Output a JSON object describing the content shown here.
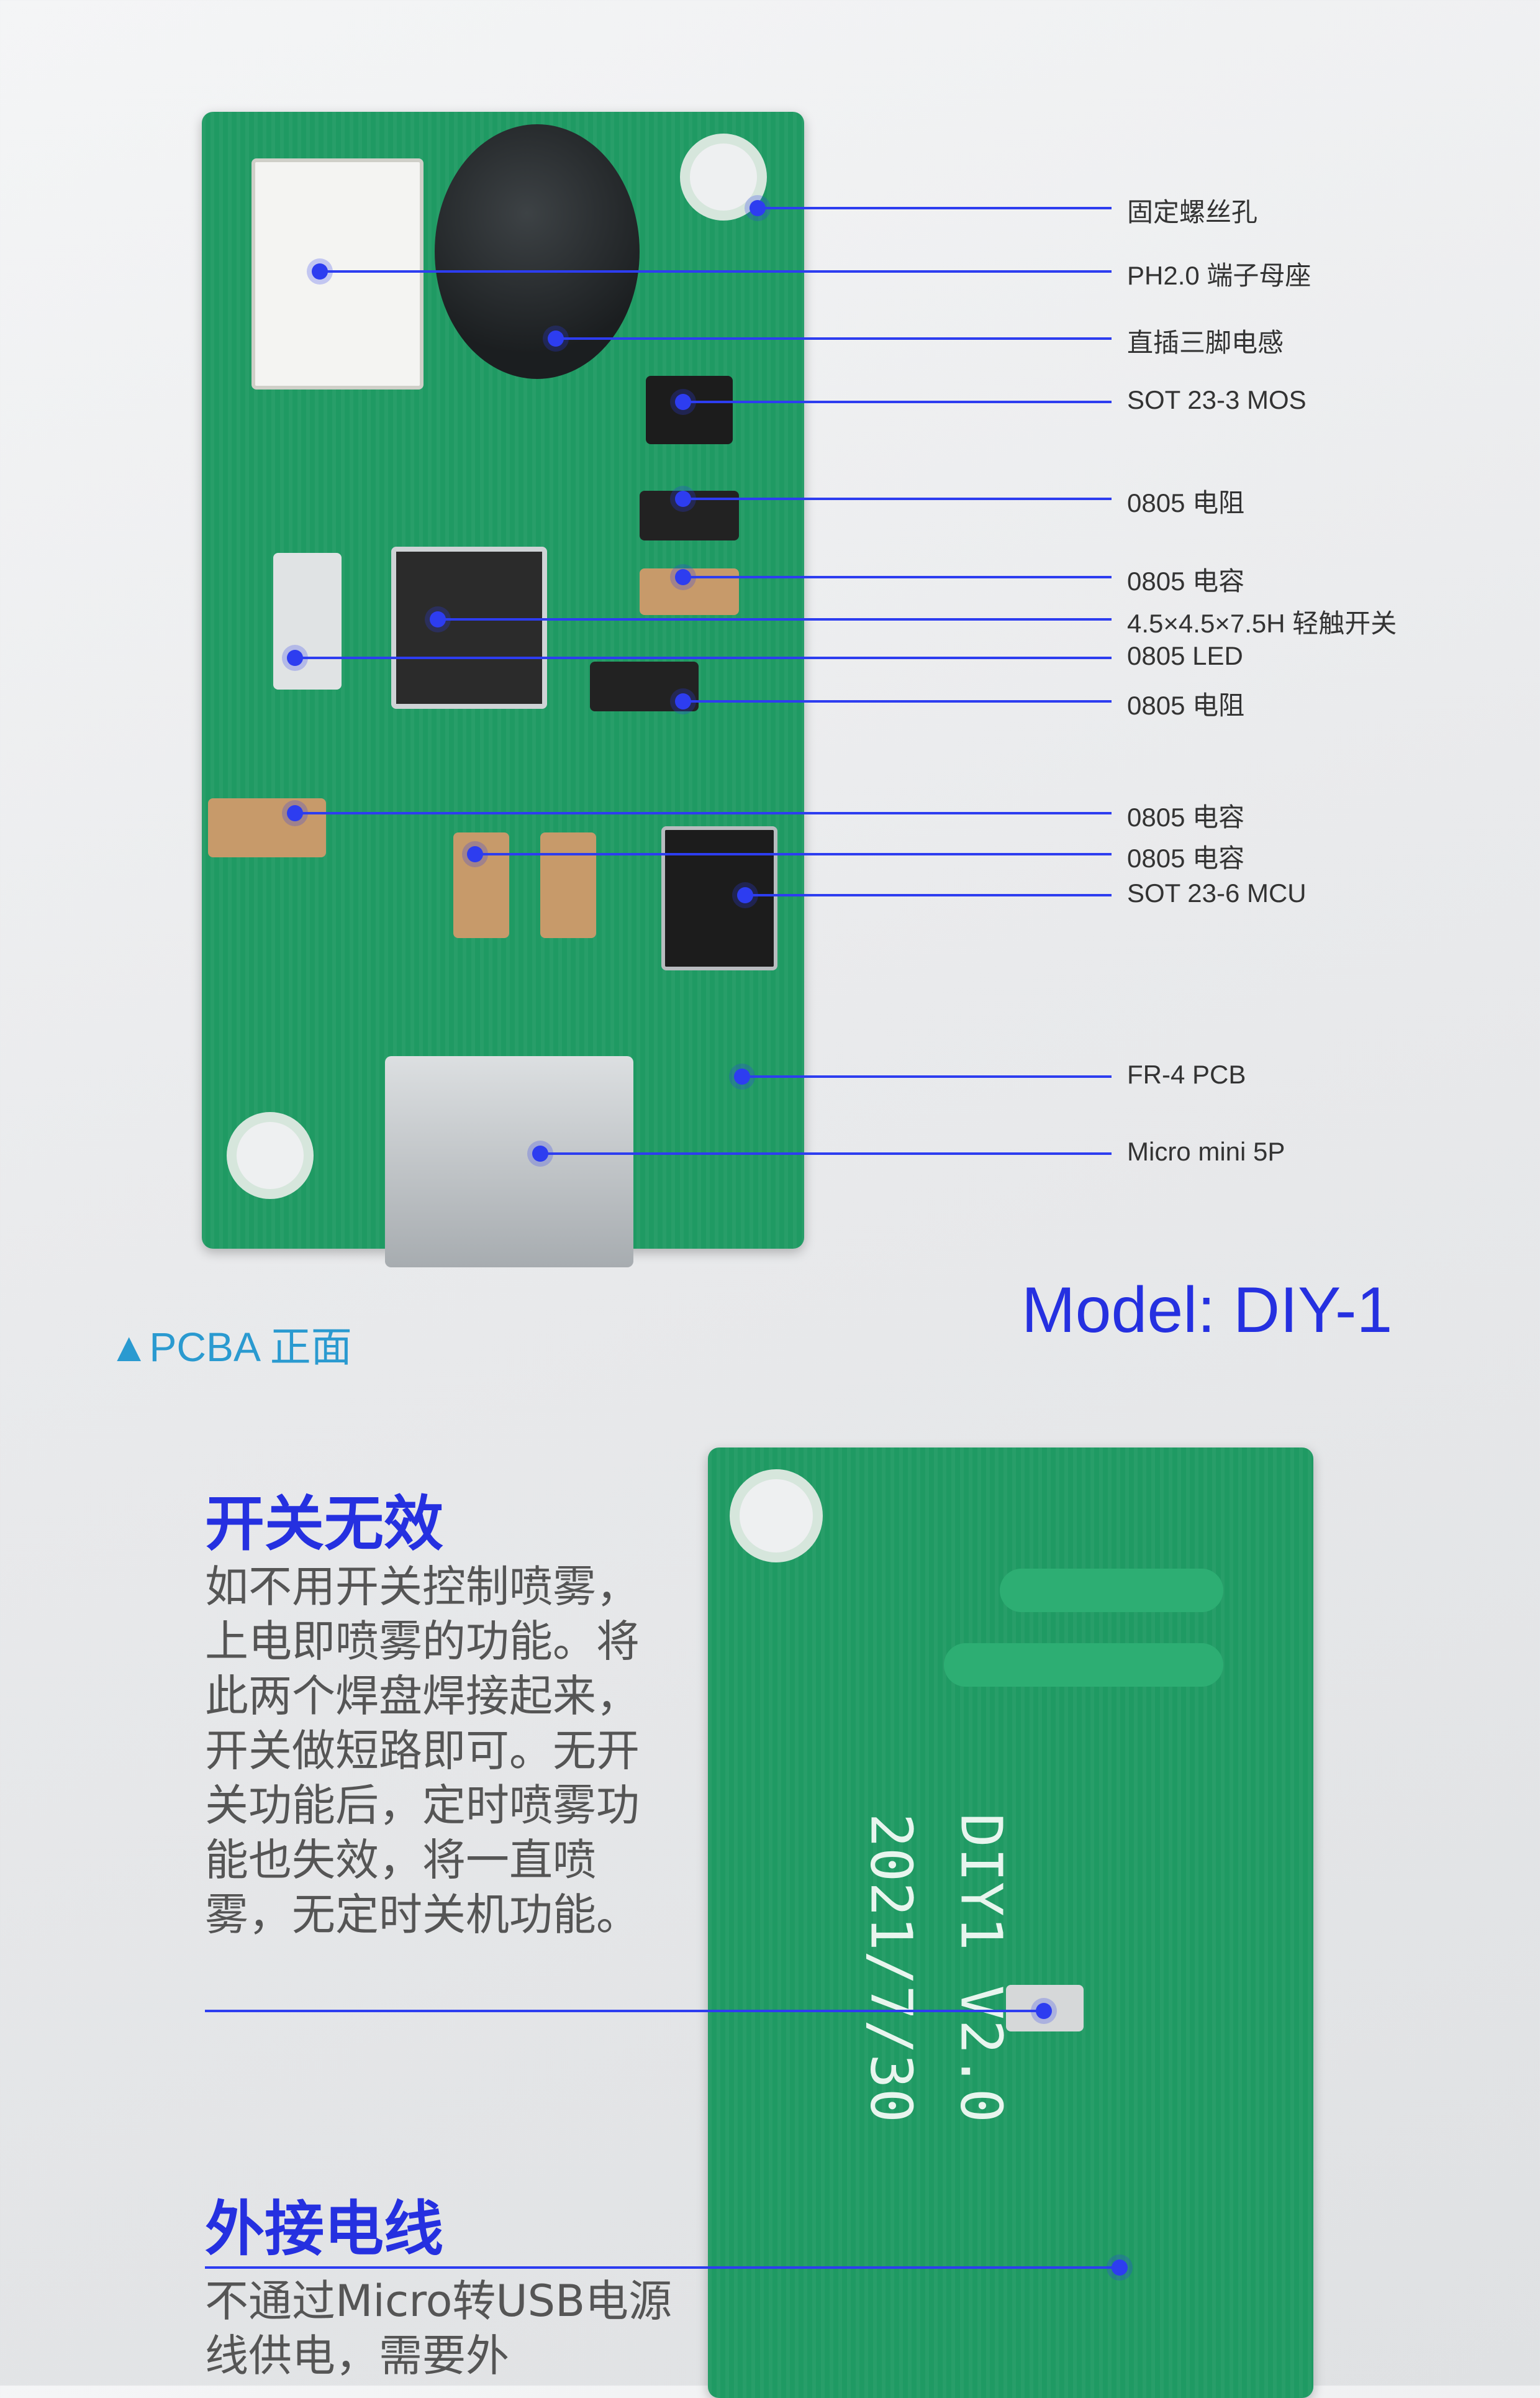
{
  "callouts": [
    "固定螺丝孔",
    "PH2.0 端子母座",
    "直插三脚电感",
    "SOT 23-3 MOS",
    "0805 电阻",
    "0805 电容",
    "4.5×4.5×7.5H 轻触开关",
    "0805 LED",
    "0805 电阻",
    "0805 电容",
    "0805 电容",
    "SOT 23-6 MCU",
    "FR-4 PCB",
    "Micro mini 5P"
  ],
  "model_label": "Model: DIY-1",
  "front_caption": "▲PCBA 正面",
  "board_back": {
    "silk_line1": "DIY1 V2.0",
    "silk_line2": "2021/7/30"
  },
  "section_switch": {
    "heading": "开关无效",
    "body": "如不用开关控制喷雾，上电即喷雾的功能。将此两个焊盘焊接起来，开关做短路即可。无开关功能后，定时喷雾功能也失效，将一直喷雾，无定时关机功能。"
  },
  "section_wire": {
    "heading": "外接电线",
    "body": "不通过Micro转USB电源线供电，需要外"
  },
  "colors": {
    "accent": "#2530e0",
    "pcb": "#1f9a63",
    "caption": "#2a9ad0"
  }
}
